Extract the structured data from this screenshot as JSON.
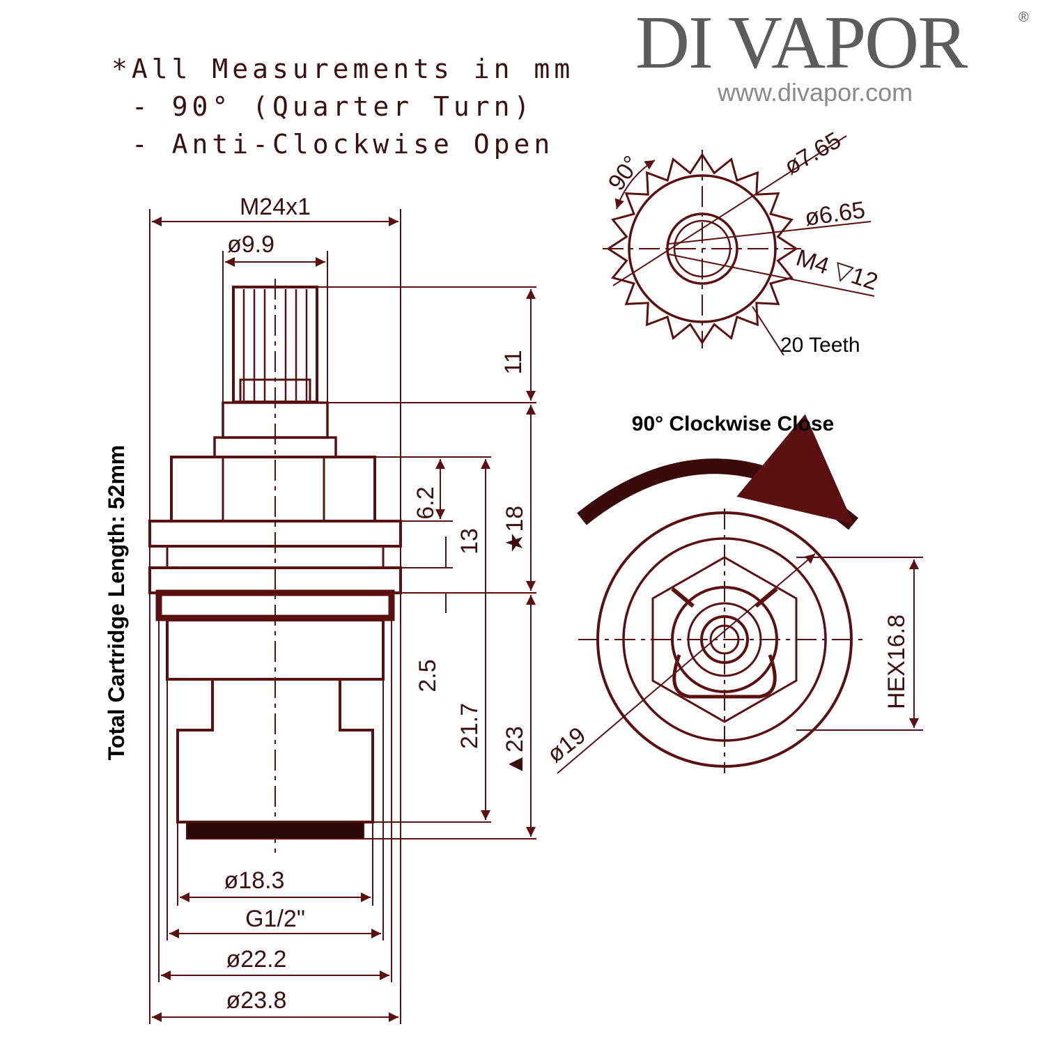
{
  "header": {
    "note_line1": "*All Measurements in mm",
    "note_line2": " - 90° (Quarter Turn)",
    "note_line3": " - Anti-Clockwise Open",
    "brand_name": "DI VAPOR",
    "brand_reg": "®",
    "website": "www.divapor.com"
  },
  "side_view": {
    "total_length_label": "Total Cartridge Length: 52mm",
    "dim_thread": "M24x1",
    "dim_spline": "ø9.9",
    "dim_11": "11",
    "dim_6_2": "6.2",
    "dim_13": "13",
    "dim_18": "★18",
    "dim_2_5": "2.5",
    "dim_21_7": "21.7",
    "dim_23": "▲23",
    "dim_18_3": "ø18.3",
    "dim_g12": "G1/2\"",
    "dim_22_2": "ø22.2",
    "dim_23_8": "ø23.8"
  },
  "top_view": {
    "angle": "90°",
    "dim_7_65": "ø7.65",
    "dim_6_65": "ø6.65",
    "dim_m4": "M4 ▽12",
    "teeth": "20 Teeth"
  },
  "rotation_view": {
    "title": "90° Clockwise Close",
    "dim_hex": "HEX16.8",
    "dim_19": "ø19"
  },
  "colors": {
    "line": "#5a1010",
    "text_dark": "#3a0f0f",
    "brand_gray": "#5c5c5c"
  }
}
